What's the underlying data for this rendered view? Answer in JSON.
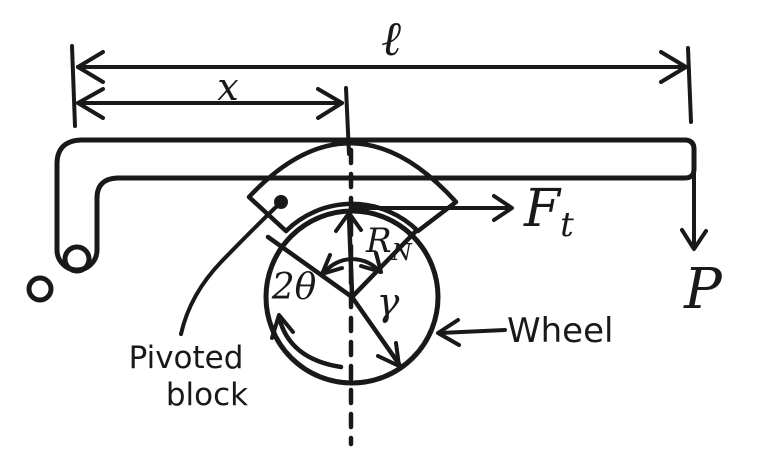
{
  "figure": {
    "description": "Hand-drawn free-body diagram of a pivoted-block brake lever pressing on a rotating wheel"
  },
  "colors": {
    "lever": "#d3c118",
    "block": "#9029c1",
    "wheel": "#d3bb94",
    "ink": "#191919",
    "paper": "#ffffff"
  },
  "dimension_labels": {
    "overall_length": "ℓ",
    "block_position": "x"
  },
  "force_labels": {
    "tangential_symbol": "F",
    "tangential_subscript": "t",
    "normal_symbol": "R",
    "normal_subscript": "N",
    "applied_load": "P"
  },
  "geometry_labels": {
    "contact_angle": "2θ",
    "wheel_radius": "γ"
  },
  "part_labels": {
    "block_line1": "Pivoted",
    "block_line2": "block",
    "wheel": "Wheel"
  }
}
